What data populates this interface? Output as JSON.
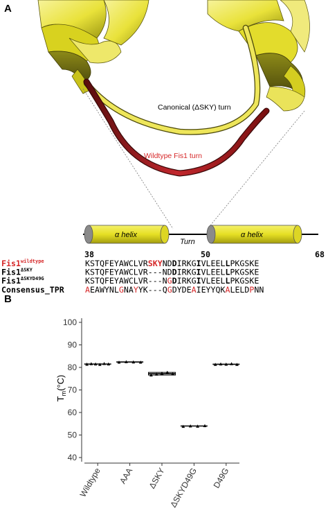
{
  "panel_a": {
    "label": "A",
    "canonical_turn_label": "Canonical (ΔSKY) turn",
    "wildtype_turn_label": "Wildtype Fis1 turn",
    "helix1_label": "α helix",
    "helix2_label": "α helix",
    "turn_label": "Turn",
    "numbers": {
      "n38": "38",
      "n50": "50",
      "n68": "68"
    },
    "alignment": [
      {
        "name": "Fis1",
        "sup": "wildtype",
        "name_color": "#d62728",
        "segments": [
          {
            "text": "KSTQFEYAWCLVR"
          },
          {
            "text": "SKY",
            "color": "#d62728",
            "bold": true
          },
          {
            "text": "ND"
          },
          {
            "text": "D",
            "bold": true
          },
          {
            "text": "IRKG"
          },
          {
            "text": "I",
            "bold": true
          },
          {
            "text": "VLEEL"
          },
          {
            "text": "L",
            "bold": true
          },
          {
            "text": "PKGSKE"
          }
        ]
      },
      {
        "name": "Fis1",
        "sup": "ΔSKY",
        "name_color": "#000000",
        "segments": [
          {
            "text": "KSTQFEYAWCLVR---ND"
          },
          {
            "text": "D",
            "bold": true
          },
          {
            "text": "IRKG"
          },
          {
            "text": "I",
            "bold": true
          },
          {
            "text": "VLEEL"
          },
          {
            "text": "L",
            "bold": true
          },
          {
            "text": "PKGSKE"
          }
        ]
      },
      {
        "name": "Fis1",
        "sup": "ΔSKYD49G",
        "name_color": "#000000",
        "segments": [
          {
            "text": "KSTQFEYAWCLVR---N"
          },
          {
            "text": "G",
            "color": "#d62728"
          },
          {
            "text": "D",
            "bold": true
          },
          {
            "text": "IRKG"
          },
          {
            "text": "I",
            "bold": true
          },
          {
            "text": "VLEEL"
          },
          {
            "text": "L",
            "bold": true
          },
          {
            "text": "PKGSKE"
          }
        ]
      },
      {
        "name": "Consensus_TPR",
        "sup": "",
        "name_color": "#000000",
        "segments": [
          {
            "text": "A",
            "color": "#d62728"
          },
          {
            "text": "EAWYNL"
          },
          {
            "text": "G",
            "color": "#d62728"
          },
          {
            "text": "NA"
          },
          {
            "text": "Y",
            "color": "#d62728"
          },
          {
            "text": "YK---Q"
          },
          {
            "text": "G",
            "color": "#d62728"
          },
          {
            "text": "DYDE"
          },
          {
            "text": "A",
            "color": "#d62728"
          },
          {
            "text": "IEYYQK"
          },
          {
            "text": "A",
            "color": "#d62728"
          },
          {
            "text": "LELD"
          },
          {
            "text": "P",
            "color": "#d62728"
          },
          {
            "text": "NN"
          }
        ]
      }
    ]
  },
  "panel_b": {
    "label": "B",
    "chart_data": {
      "type": "scatter",
      "title": "",
      "xlabel": "",
      "ylabel_main": "T",
      "ylabel_sub": "m",
      "ylabel_unit": "(°C)",
      "ylim": [
        40,
        100
      ],
      "yticks": [
        40,
        50,
        60,
        70,
        80,
        90,
        100
      ],
      "categories": [
        "Wildtype",
        "AAA",
        "ΔSKY",
        "ΔSKYD49G",
        "D49G"
      ],
      "values": [
        [
          81.4,
          81.6,
          81.5,
          81.3,
          81.7,
          81.5
        ],
        [
          82.3,
          82.5,
          82.4,
          82.3
        ],
        [
          76.6,
          77.0,
          77.4,
          77.8,
          77.2
        ],
        [
          53.8,
          54.0,
          53.9,
          54.1
        ],
        [
          81.3,
          81.5,
          81.4,
          81.6,
          81.3
        ]
      ],
      "medians": [
        81.5,
        82.4,
        77.2,
        54.0,
        81.4
      ],
      "grid": false,
      "color": "#000000"
    }
  }
}
